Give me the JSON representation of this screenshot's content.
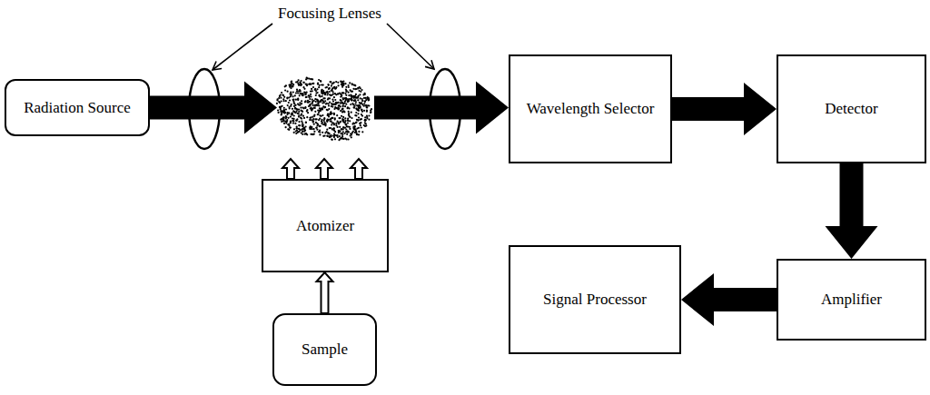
{
  "diagram": {
    "nodes": [
      {
        "text": [
          "Radiation Source"
        ]
      },
      {
        "text": [
          "Wavelength Selector"
        ]
      },
      {
        "text": [
          "Detector"
        ]
      },
      {
        "text": [
          "Atomizer"
        ]
      },
      {
        "text": [
          "Amplifier"
        ]
      },
      {
        "text": [
          "Signal Processor"
        ]
      },
      {
        "text": [
          "Sample"
        ]
      }
    ],
    "edges": [
      {
        "from": 0,
        "to": 1,
        "arrow": "to"
      },
      {
        "from": 1,
        "to": 2,
        "arrow": "to"
      },
      {
        "from": 2,
        "to": 4,
        "arrow": "to"
      },
      {
        "from": 4,
        "to": 5,
        "arrow": "to"
      },
      {
        "from": 6,
        "to": 3,
        "arrow": "to"
      }
    ],
    "labels": [
      "Focusing Lenses"
    ]
  }
}
